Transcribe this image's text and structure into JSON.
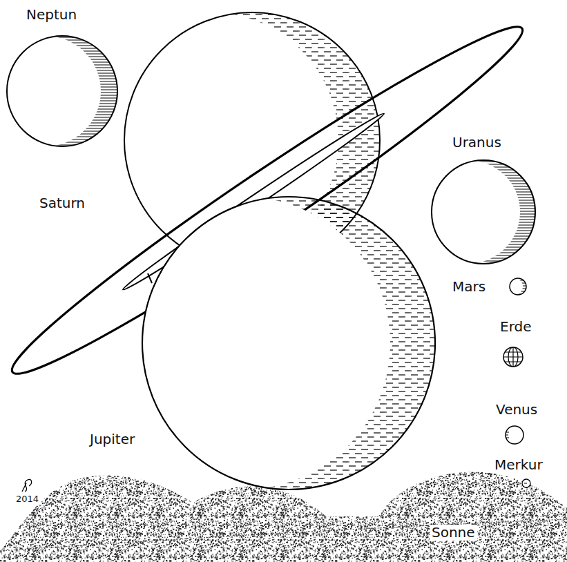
{
  "diagram": {
    "labels": [
      "Neptun",
      "Uranus",
      "Saturn",
      "Mars",
      "Erde",
      "Venus",
      "Jupiter",
      "Merkur",
      "2014",
      "Sonne"
    ]
  }
}
